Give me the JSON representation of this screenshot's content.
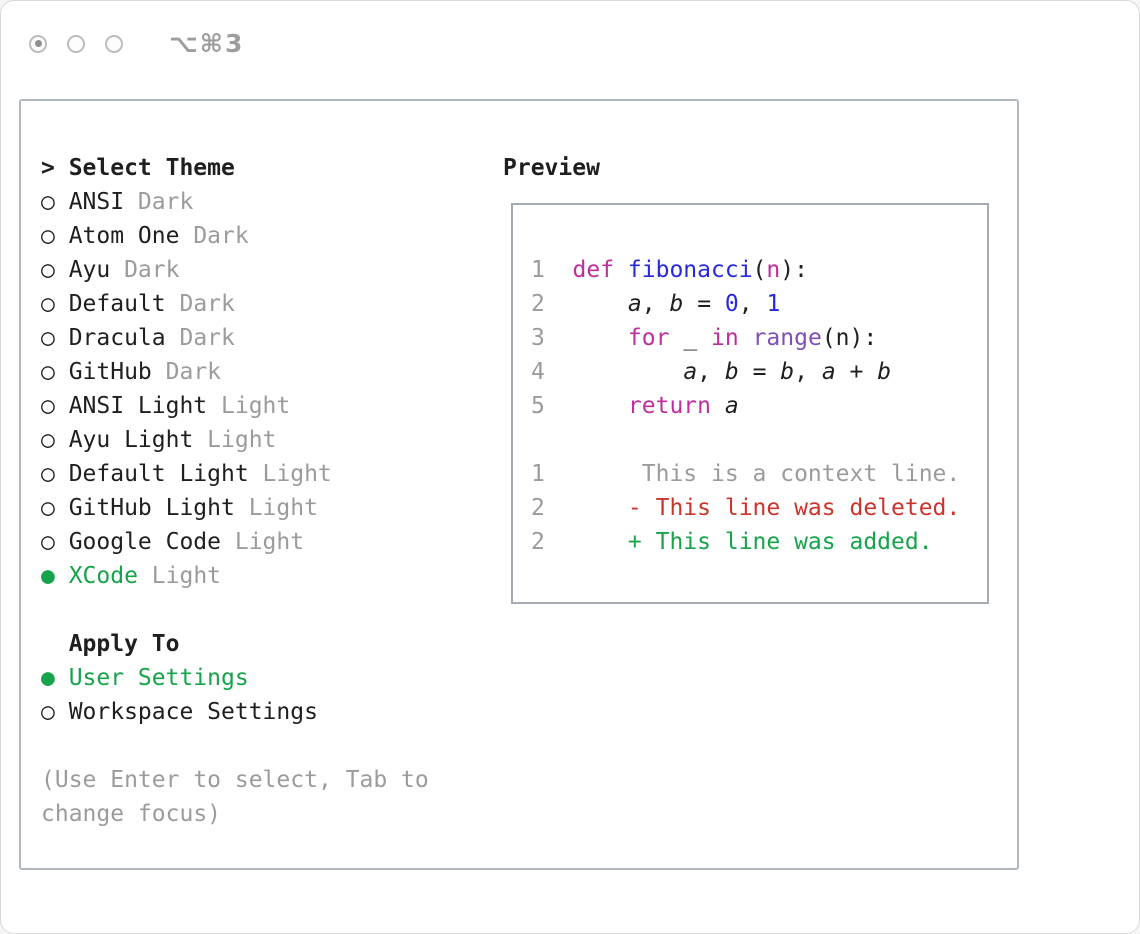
{
  "window": {
    "title_shortcut": "⌥⌘3"
  },
  "palette": {
    "text": "#1f1f1f",
    "muted_gray": "#9b9b9b",
    "selection_green": "#16a34a",
    "diff_red": "#cc342b",
    "keyword_magenta": "#bf2e9a",
    "function_blue": "#272ad8",
    "number_blue": "#272ad8",
    "builtin_purple": "#804fb8",
    "border_gray": "#b3b8bf"
  },
  "icons": {
    "selector_arrow": ">",
    "radio_unselected": "○",
    "radio_selected": "●"
  },
  "theme_selector": {
    "heading": "Select Theme",
    "items": [
      {
        "name": "ANSI",
        "variant": "Dark",
        "selected": false
      },
      {
        "name": "Atom One",
        "variant": "Dark",
        "selected": false
      },
      {
        "name": "Ayu",
        "variant": "Dark",
        "selected": false
      },
      {
        "name": "Default",
        "variant": "Dark",
        "selected": false
      },
      {
        "name": "Dracula",
        "variant": "Dark",
        "selected": false
      },
      {
        "name": "GitHub",
        "variant": "Dark",
        "selected": false
      },
      {
        "name": "ANSI Light",
        "variant": "Light",
        "selected": false
      },
      {
        "name": "Ayu Light",
        "variant": "Light",
        "selected": false
      },
      {
        "name": "Default Light",
        "variant": "Light",
        "selected": false
      },
      {
        "name": "GitHub Light",
        "variant": "Light",
        "selected": false
      },
      {
        "name": "Google Code",
        "variant": "Light",
        "selected": false
      },
      {
        "name": "XCode",
        "variant": "Light",
        "selected": true
      }
    ]
  },
  "apply_to": {
    "heading": "Apply To",
    "options": [
      {
        "label": "User Settings",
        "selected": true
      },
      {
        "label": "Workspace Settings",
        "selected": false
      }
    ]
  },
  "hint": {
    "line1": "(Use Enter to select, Tab to",
    "line2": "change focus)"
  },
  "preview": {
    "heading": "Preview",
    "code": [
      {
        "num": "1",
        "tokens": [
          {
            "text": "def ",
            "type": "kw"
          },
          {
            "text": "fibonacci",
            "type": "fn"
          },
          {
            "text": "(",
            "type": "pl"
          },
          {
            "text": "n",
            "type": "param"
          },
          {
            "text": "):",
            "type": "pl"
          }
        ]
      },
      {
        "num": "2",
        "tokens": [
          {
            "text": "    ",
            "type": "pl"
          },
          {
            "text": "a",
            "type": "var"
          },
          {
            "text": ", ",
            "type": "pl"
          },
          {
            "text": "b",
            "type": "var"
          },
          {
            "text": " = ",
            "type": "pl"
          },
          {
            "text": "0",
            "type": "num"
          },
          {
            "text": ", ",
            "type": "pl"
          },
          {
            "text": "1",
            "type": "num"
          }
        ]
      },
      {
        "num": "3",
        "tokens": [
          {
            "text": "    ",
            "type": "pl"
          },
          {
            "text": "for",
            "type": "kw"
          },
          {
            "text": " _ ",
            "type": "pl"
          },
          {
            "text": "in",
            "type": "kw"
          },
          {
            "text": " ",
            "type": "pl"
          },
          {
            "text": "range",
            "type": "bi"
          },
          {
            "text": "(n):",
            "type": "pl"
          }
        ]
      },
      {
        "num": "4",
        "tokens": [
          {
            "text": "        ",
            "type": "pl"
          },
          {
            "text": "a",
            "type": "var"
          },
          {
            "text": ", ",
            "type": "pl"
          },
          {
            "text": "b",
            "type": "var"
          },
          {
            "text": " = ",
            "type": "pl"
          },
          {
            "text": "b",
            "type": "var"
          },
          {
            "text": ", ",
            "type": "pl"
          },
          {
            "text": "a",
            "type": "var"
          },
          {
            "text": " + ",
            "type": "pl"
          },
          {
            "text": "b",
            "type": "var"
          }
        ]
      },
      {
        "num": "5",
        "tokens": [
          {
            "text": "    ",
            "type": "pl"
          },
          {
            "text": "return",
            "type": "kw"
          },
          {
            "text": " ",
            "type": "pl"
          },
          {
            "text": "a",
            "type": "var"
          }
        ]
      }
    ],
    "diff": [
      {
        "num": "1",
        "tokens": [
          {
            "text": "     This is a context line.",
            "type": "ctx"
          }
        ]
      },
      {
        "num": "2",
        "tokens": [
          {
            "text": "    - This line was deleted.",
            "type": "del"
          }
        ]
      },
      {
        "num": "2",
        "tokens": [
          {
            "text": "    + This line was added.",
            "type": "add"
          }
        ]
      }
    ]
  }
}
